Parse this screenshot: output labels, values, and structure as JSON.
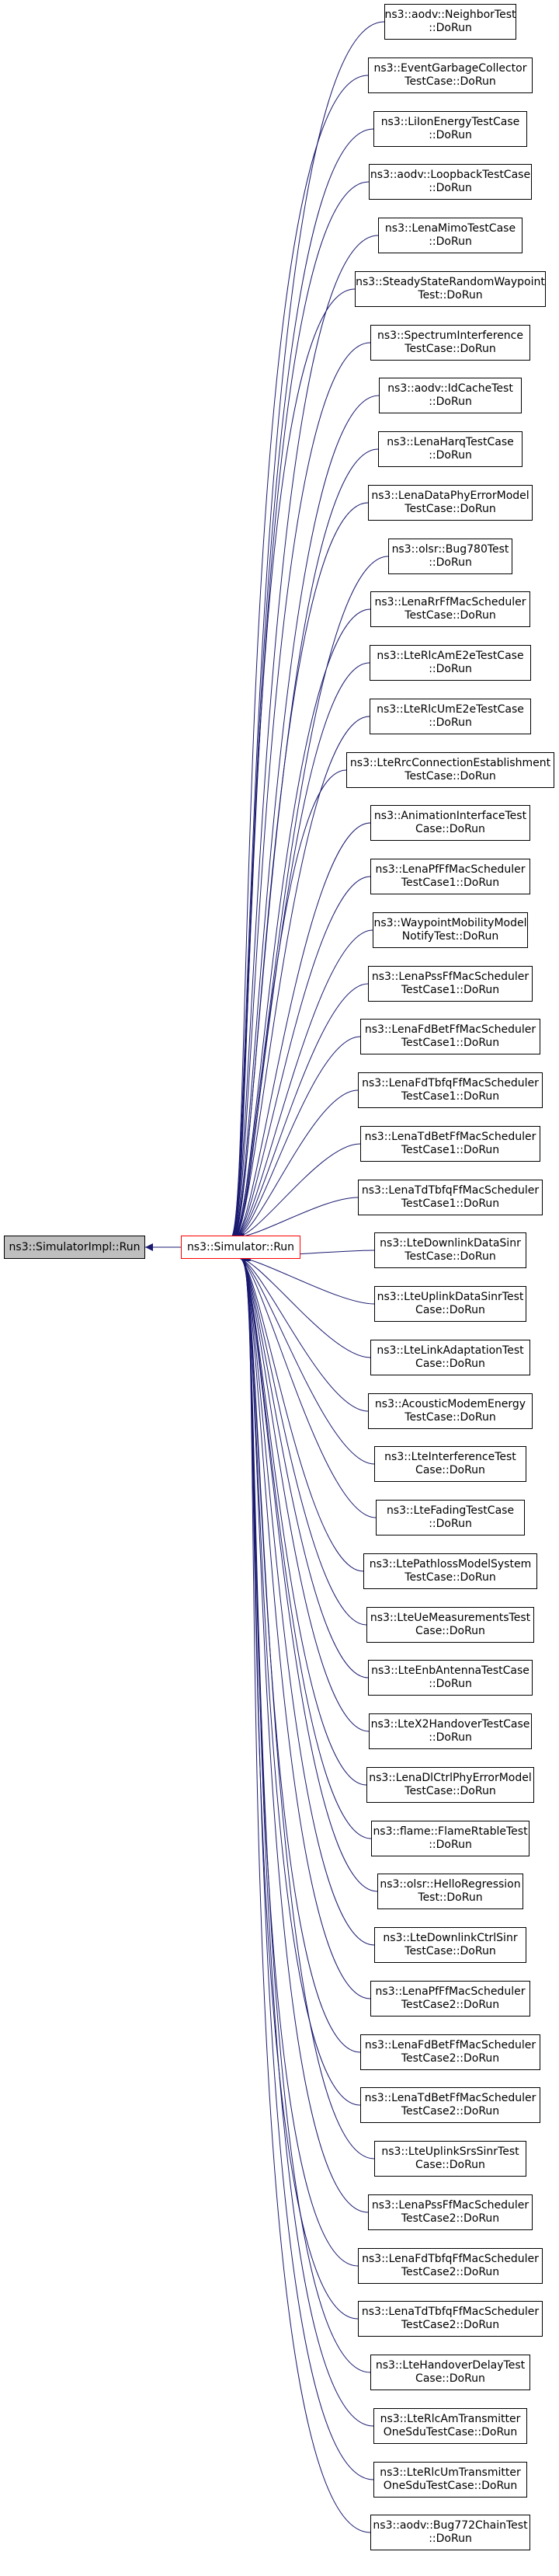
{
  "colors": {
    "edge": "#191970",
    "node_border": "#000000",
    "focus_border": "#ff0000",
    "root_fill": "#bfbfbf",
    "node_fill": "#ffffff"
  },
  "root": {
    "id": "root",
    "lines": [
      "ns3::SimulatorImpl::Run"
    ]
  },
  "center": {
    "id": "center",
    "lines": [
      "ns3::Simulator::Run"
    ]
  },
  "callers": [
    {
      "id": "c0",
      "lines": [
        "ns3::aodv::NeighborTest",
        "::DoRun"
      ]
    },
    {
      "id": "c1",
      "lines": [
        "ns3::EventGarbageCollector",
        "TestCase::DoRun"
      ]
    },
    {
      "id": "c2",
      "lines": [
        "ns3::LiIonEnergyTestCase",
        "::DoRun"
      ]
    },
    {
      "id": "c3",
      "lines": [
        "ns3::aodv::LoopbackTestCase",
        "::DoRun"
      ]
    },
    {
      "id": "c4",
      "lines": [
        "ns3::LenaMimoTestCase",
        "::DoRun"
      ]
    },
    {
      "id": "c5",
      "lines": [
        "ns3::SteadyStateRandomWaypoint",
        "Test::DoRun"
      ]
    },
    {
      "id": "c6",
      "lines": [
        "ns3::SpectrumInterference",
        "TestCase::DoRun"
      ]
    },
    {
      "id": "c7",
      "lines": [
        "ns3::aodv::IdCacheTest",
        "::DoRun"
      ]
    },
    {
      "id": "c8",
      "lines": [
        "ns3::LenaHarqTestCase",
        "::DoRun"
      ]
    },
    {
      "id": "c9",
      "lines": [
        "ns3::LenaDataPhyErrorModel",
        "TestCase::DoRun"
      ]
    },
    {
      "id": "c10",
      "lines": [
        "ns3::olsr::Bug780Test",
        "::DoRun"
      ]
    },
    {
      "id": "c11",
      "lines": [
        "ns3::LenaRrFfMacScheduler",
        "TestCase::DoRun"
      ]
    },
    {
      "id": "c12",
      "lines": [
        "ns3::LteRlcAmE2eTestCase",
        "::DoRun"
      ]
    },
    {
      "id": "c13",
      "lines": [
        "ns3::LteRlcUmE2eTestCase",
        "::DoRun"
      ]
    },
    {
      "id": "c14",
      "lines": [
        "ns3::LteRrcConnectionEstablishment",
        "TestCase::DoRun"
      ]
    },
    {
      "id": "c15",
      "lines": [
        "ns3::AnimationInterfaceTest",
        "Case::DoRun"
      ]
    },
    {
      "id": "c16",
      "lines": [
        "ns3::LenaPfFfMacScheduler",
        "TestCase1::DoRun"
      ]
    },
    {
      "id": "c17",
      "lines": [
        "ns3::WaypointMobilityModel",
        "NotifyTest::DoRun"
      ]
    },
    {
      "id": "c18",
      "lines": [
        "ns3::LenaPssFfMacScheduler",
        "TestCase1::DoRun"
      ]
    },
    {
      "id": "c19",
      "lines": [
        "ns3::LenaFdBetFfMacScheduler",
        "TestCase1::DoRun"
      ]
    },
    {
      "id": "c20",
      "lines": [
        "ns3::LenaFdTbfqFfMacScheduler",
        "TestCase1::DoRun"
      ]
    },
    {
      "id": "c21",
      "lines": [
        "ns3::LenaTdBetFfMacScheduler",
        "TestCase1::DoRun"
      ]
    },
    {
      "id": "c22",
      "lines": [
        "ns3::LenaTdTbfqFfMacScheduler",
        "TestCase1::DoRun"
      ]
    },
    {
      "id": "c23",
      "lines": [
        "ns3::LteDownlinkDataSinr",
        "TestCase::DoRun"
      ]
    },
    {
      "id": "c24",
      "lines": [
        "ns3::LteUplinkDataSinrTest",
        "Case::DoRun"
      ]
    },
    {
      "id": "c25",
      "lines": [
        "ns3::LteLinkAdaptationTest",
        "Case::DoRun"
      ]
    },
    {
      "id": "c26",
      "lines": [
        "ns3::AcousticModemEnergy",
        "TestCase::DoRun"
      ]
    },
    {
      "id": "c27",
      "lines": [
        "ns3::LteInterferenceTest",
        "Case::DoRun"
      ]
    },
    {
      "id": "c28",
      "lines": [
        "ns3::LteFadingTestCase",
        "::DoRun"
      ]
    },
    {
      "id": "c29",
      "lines": [
        "ns3::LtePathlossModelSystem",
        "TestCase::DoRun"
      ]
    },
    {
      "id": "c30",
      "lines": [
        "ns3::LteUeMeasurementsTest",
        "Case::DoRun"
      ]
    },
    {
      "id": "c31",
      "lines": [
        "ns3::LteEnbAntennaTestCase",
        "::DoRun"
      ]
    },
    {
      "id": "c32",
      "lines": [
        "ns3::LteX2HandoverTestCase",
        "::DoRun"
      ]
    },
    {
      "id": "c33",
      "lines": [
        "ns3::LenaDlCtrlPhyErrorModel",
        "TestCase::DoRun"
      ]
    },
    {
      "id": "c34",
      "lines": [
        "ns3::flame::FlameRtableTest",
        "::DoRun"
      ]
    },
    {
      "id": "c35",
      "lines": [
        "ns3::olsr::HelloRegression",
        "Test::DoRun"
      ]
    },
    {
      "id": "c36",
      "lines": [
        "ns3::LteDownlinkCtrlSinr",
        "TestCase::DoRun"
      ]
    },
    {
      "id": "c37",
      "lines": [
        "ns3::LenaPfFfMacScheduler",
        "TestCase2::DoRun"
      ]
    },
    {
      "id": "c38",
      "lines": [
        "ns3::LenaFdBetFfMacScheduler",
        "TestCase2::DoRun"
      ]
    },
    {
      "id": "c39",
      "lines": [
        "ns3::LenaTdBetFfMacScheduler",
        "TestCase2::DoRun"
      ]
    },
    {
      "id": "c40",
      "lines": [
        "ns3::LteUplinkSrsSinrTest",
        "Case::DoRun"
      ]
    },
    {
      "id": "c41",
      "lines": [
        "ns3::LenaPssFfMacScheduler",
        "TestCase2::DoRun"
      ]
    },
    {
      "id": "c42",
      "lines": [
        "ns3::LenaFdTbfqFfMacScheduler",
        "TestCase2::DoRun"
      ]
    },
    {
      "id": "c43",
      "lines": [
        "ns3::LenaTdTbfqFfMacScheduler",
        "TestCase2::DoRun"
      ]
    },
    {
      "id": "c44",
      "lines": [
        "ns3::LteHandoverDelayTest",
        "Case::DoRun"
      ]
    },
    {
      "id": "c45",
      "lines": [
        "ns3::LteRlcAmTransmitter",
        "OneSduTestCase::DoRun"
      ]
    },
    {
      "id": "c46",
      "lines": [
        "ns3::LteRlcUmTransmitter",
        "OneSduTestCase::DoRun"
      ]
    },
    {
      "id": "c47",
      "lines": [
        "ns3::aodv::Bug772ChainTest",
        "::DoRun"
      ]
    }
  ]
}
